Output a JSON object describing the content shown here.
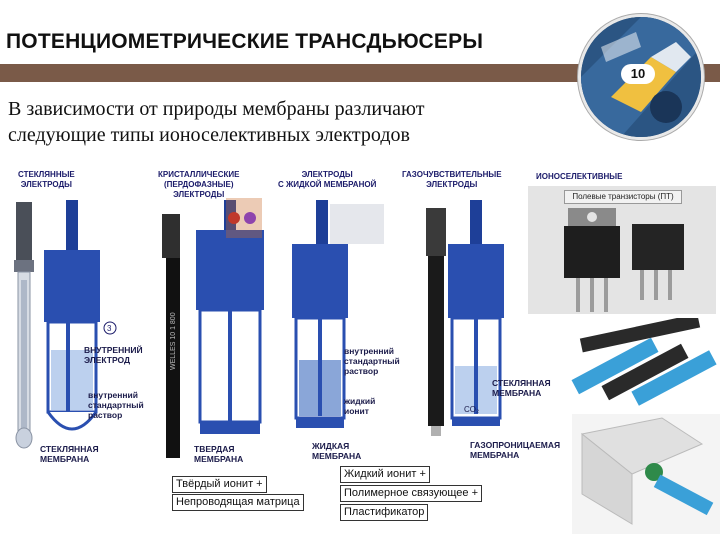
{
  "header": {
    "title": "ПОТЕНЦИОМЕТРИЧЕСКИЕ ТРАНСДЬЮСЕРЫ",
    "slide_number": "10",
    "accent_color": "#7a5a48",
    "badge_color": "#23456b"
  },
  "subtitle": {
    "line1": "В зависимости от природы мембраны различают",
    "line2": "следующие типы ионоселективных электродов"
  },
  "columns": {
    "glass": {
      "line1": "СТЕКЛЯННЫЕ",
      "line2": "ЭЛЕКТРОДЫ"
    },
    "crystal": {
      "line1": "КРИСТАЛЛИЧЕСКИЕ",
      "line2": "(ПЕРДОФАЗНЫЕ)",
      "line3": "ЭЛЕКТРОДЫ"
    },
    "liquid": {
      "line1": "ЭЛЕКТРОДЫ",
      "line2": "С ЖИДКОЙ МЕМБРАНОЙ"
    },
    "gas": {
      "line1": "ГАЗОЧУВСТВИТЕЛЬНЫЕ",
      "line2": "ЭЛЕКТРОДЫ"
    },
    "ion": {
      "line1": "ИОНОСЕЛЕКТИВНЫЕ"
    }
  },
  "annotations": {
    "inner_electrode_1": "ВНУТРЕННИЙ",
    "inner_electrode_2": "ЭЛЕКТРОД",
    "inner_standard_1": "внутренний",
    "inner_standard_2": "стандартный",
    "inner_standard_3": "раствор",
    "glass_membrane_1": "СТЕКЛЯННАЯ",
    "glass_membrane_2": "МЕМБРАНА",
    "solid_membrane_1": "ТВЕРДАЯ",
    "solid_membrane_2": "МЕМБРАНА",
    "liquid_inner_1": "внутренний",
    "liquid_inner_2": "стандартный",
    "liquid_inner_3": "раствор",
    "liquid_ionite_1": "жидкий",
    "liquid_ionite_2": "ионит",
    "liquid_membrane_1": "ЖИДКАЯ",
    "liquid_membrane_2": "МЕМБРАНА",
    "gas_glass_1": "СТЕКЛЯННАЯ",
    "gas_glass_2": "МЕМБРАНА",
    "gas_perm_1": "ГАЗОПРОНИЦАЕМАЯ",
    "gas_perm_2": "МЕМБРАНА",
    "co2": "CO₂",
    "marker_3": "3"
  },
  "rod_text": "WELLES 10 1 800",
  "fet_caption": "Полевые транзисторы (ПТ)",
  "bottom_boxes": {
    "solid_ionite": "Твёрдый ионит",
    "nonconductive": "Непроводящая матрица",
    "liquid_ionite": "Жидкий ионит",
    "polymer_binder": "Полимерное связующее",
    "plasticizer": "Пластификатор",
    "plus": "+"
  }
}
